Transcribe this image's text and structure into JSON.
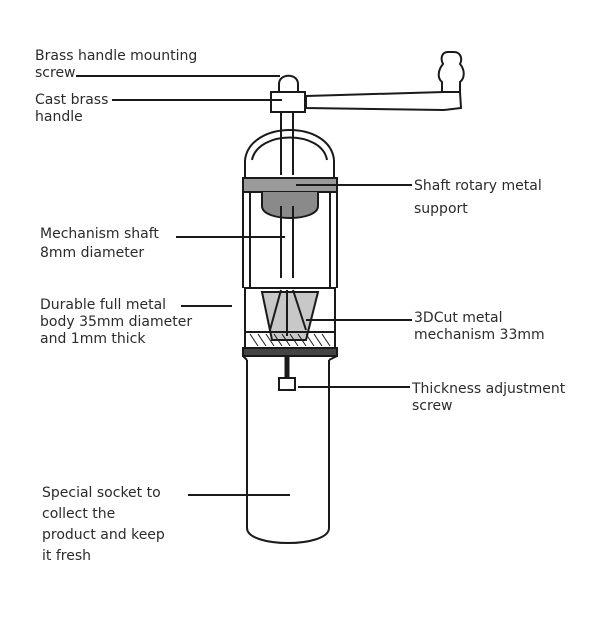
{
  "labels": {
    "mounting_screw": [
      "Brass handle mounting",
      "screw"
    ],
    "cast_handle": [
      "Cast brass",
      "handle"
    ],
    "rotary_support": [
      "Shaft rotary metal",
      "support"
    ],
    "mechanism_shaft": [
      "Mechanism shaft",
      "8mm diameter"
    ],
    "metal_body": [
      "Durable full metal",
      "body 35mm  diameter",
      "and 1mm thick"
    ],
    "cut_mechanism": [
      "3DCut metal",
      "mechanism 33mm"
    ],
    "adjust_screw": [
      "Thickness adjustment",
      "screw"
    ],
    "socket": [
      "Special socket to",
      "collect the",
      "product and keep",
      "it fresh"
    ]
  }
}
